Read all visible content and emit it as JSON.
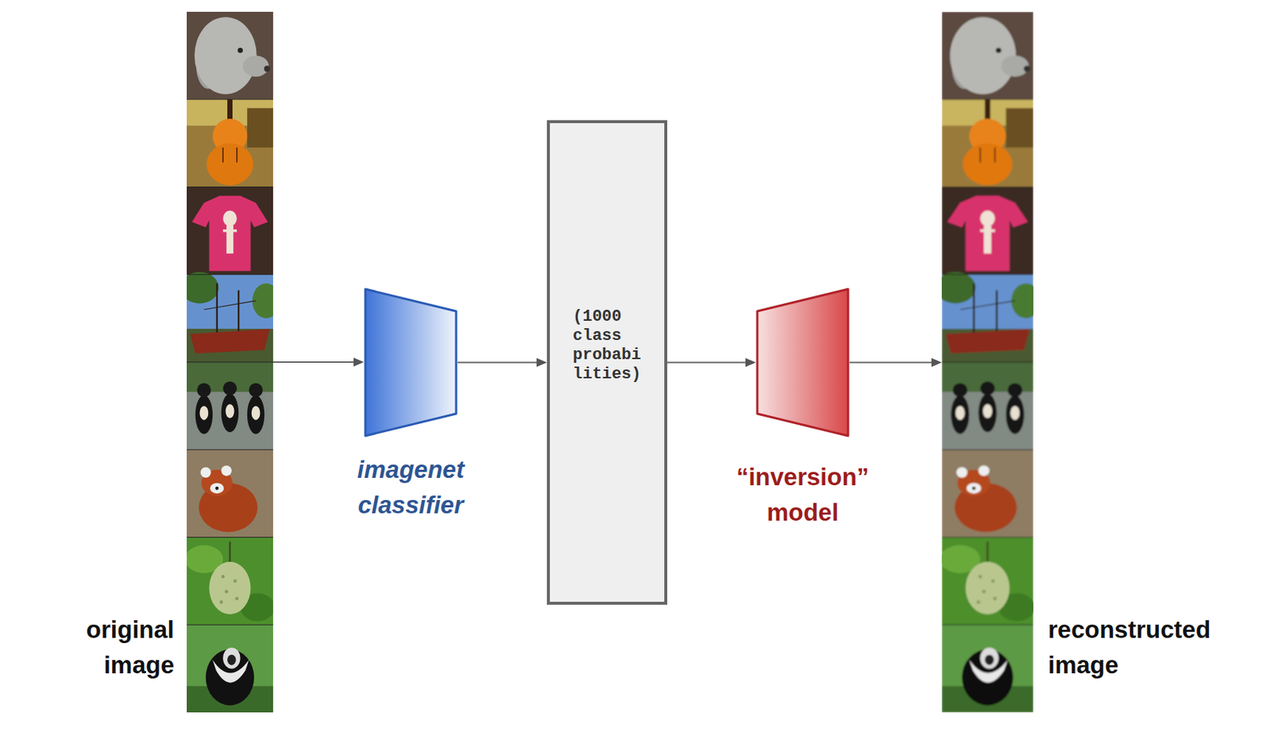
{
  "diagram": {
    "nodes": [
      {
        "text": [
          "original image"
        ]
      },
      {
        "text": [
          "imagenet classifier"
        ]
      },
      {
        "text": [
          "(1000 class probabi lities)"
        ]
      },
      {
        "text": [
          "“inversion” model"
        ]
      },
      {
        "text": [
          "reconstructed image"
        ]
      }
    ],
    "edges": [
      {
        "from": 0,
        "to": 1,
        "arrow": "to"
      },
      {
        "from": 1,
        "to": 2,
        "arrow": "to"
      },
      {
        "from": 2,
        "to": 3,
        "arrow": "to"
      },
      {
        "from": 3,
        "to": 4,
        "arrow": "to"
      }
    ]
  }
}
